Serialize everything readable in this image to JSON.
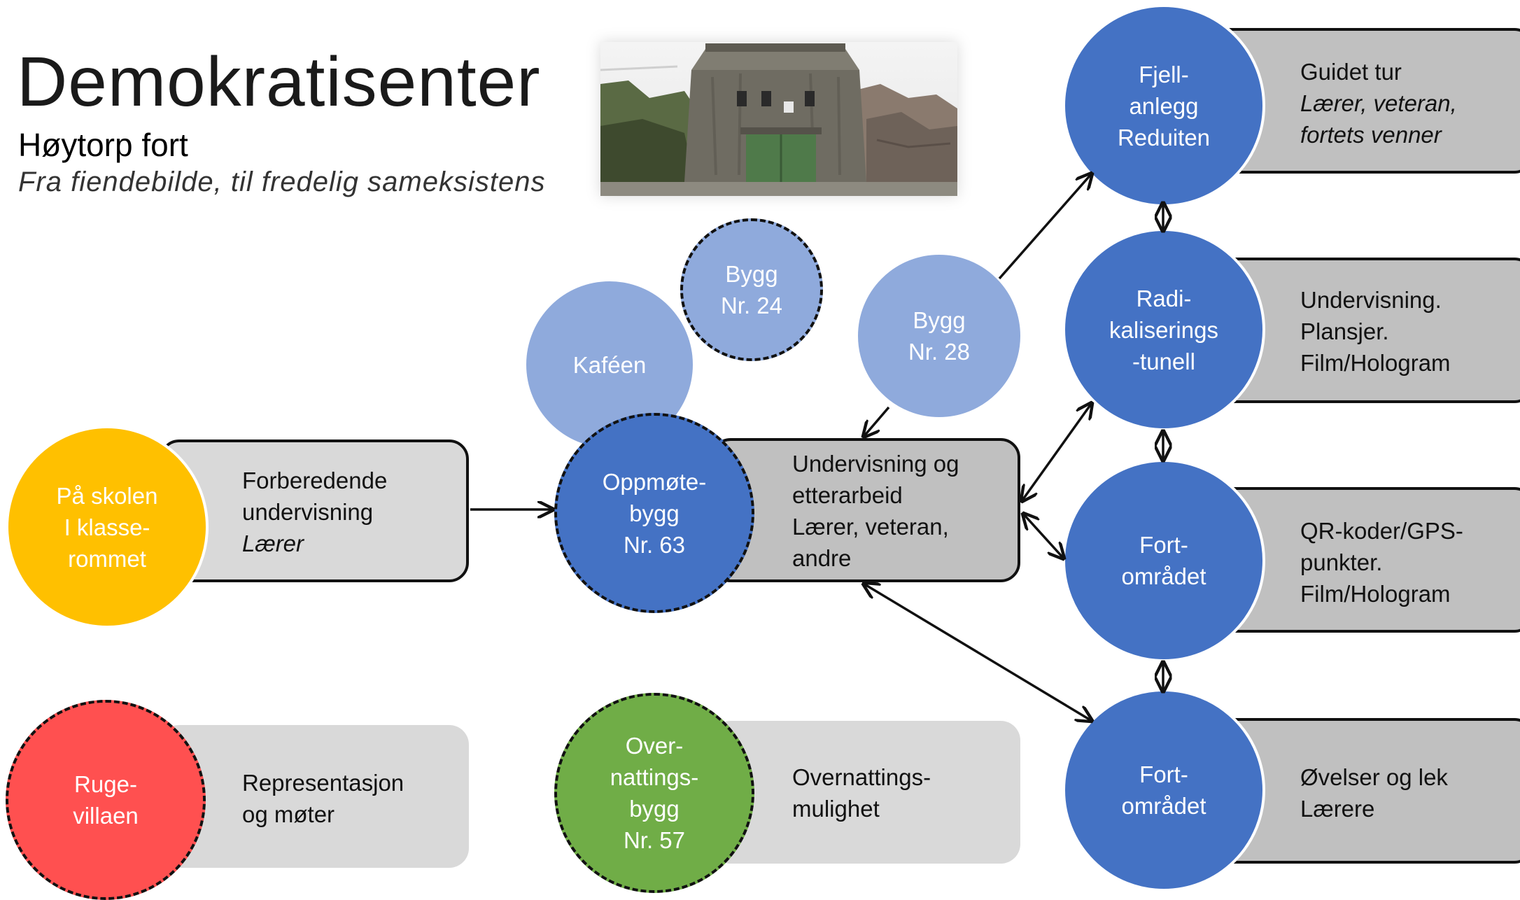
{
  "header": {
    "title": "Demokratisenter",
    "subtitle": "Høytorp fort",
    "tagline": "Fra fiendebilde, til fredelig sameksistens"
  },
  "colors": {
    "primary_blue": "#4472c4",
    "light_blue": "#8faadc",
    "yellow": "#ffc000",
    "red": "#ff5050",
    "green": "#70ad47",
    "box_light": "#d9d9d9",
    "box_mid": "#c0c0c0"
  },
  "nodes": {
    "skolen": {
      "lines": [
        "På skolen",
        "I klasse-",
        "rommet"
      ]
    },
    "skolen_box": {
      "lines": [
        "Forberedende",
        "undervisning",
        "Lærer"
      ]
    },
    "rugevillaen": {
      "lines": [
        "Ruge-",
        "villaen"
      ]
    },
    "rugevillaen_box": {
      "lines": [
        "Representasjon",
        "og møter"
      ]
    },
    "kafeen": {
      "lines": [
        "Kaféen"
      ]
    },
    "bygg24": {
      "lines": [
        "Bygg",
        "Nr. 24"
      ]
    },
    "bygg28": {
      "lines": [
        "Bygg",
        "Nr. 28"
      ]
    },
    "oppmote": {
      "lines": [
        "Oppmøte-",
        "bygg",
        "Nr. 63"
      ]
    },
    "oppmote_box": {
      "lines": [
        "Undervisning og",
        "etterarbeid",
        "Lærer, veteran,",
        "andre"
      ]
    },
    "overnatting": {
      "lines": [
        "Over-",
        "nattings-",
        "bygg",
        "Nr. 57"
      ]
    },
    "overnatting_box": {
      "lines": [
        "Overnattings-",
        "mulighet"
      ]
    },
    "fjellanlegg": {
      "lines": [
        "Fjell-",
        "anlegg",
        "Reduiten"
      ]
    },
    "fjellanlegg_box": {
      "lines": [
        "Guidet tur",
        "Lærer, veteran,",
        "fortets venner"
      ]
    },
    "radikalisering": {
      "lines": [
        "Radi-",
        "kaliserings",
        "-tunell"
      ]
    },
    "radikalisering_box": {
      "lines": [
        "Undervisning.",
        "Plansjer.",
        "Film/Hologram"
      ]
    },
    "fortomradet1": {
      "lines": [
        "Fort-",
        "området"
      ]
    },
    "fortomradet1_box": {
      "lines": [
        "QR-koder/GPS-",
        "punkter.",
        "Film/Hologram"
      ]
    },
    "fortomradet2": {
      "lines": [
        "Fort-",
        "området"
      ]
    },
    "fortomradet2_box": {
      "lines": [
        "Øvelser og lek",
        "Lærere"
      ]
    }
  }
}
